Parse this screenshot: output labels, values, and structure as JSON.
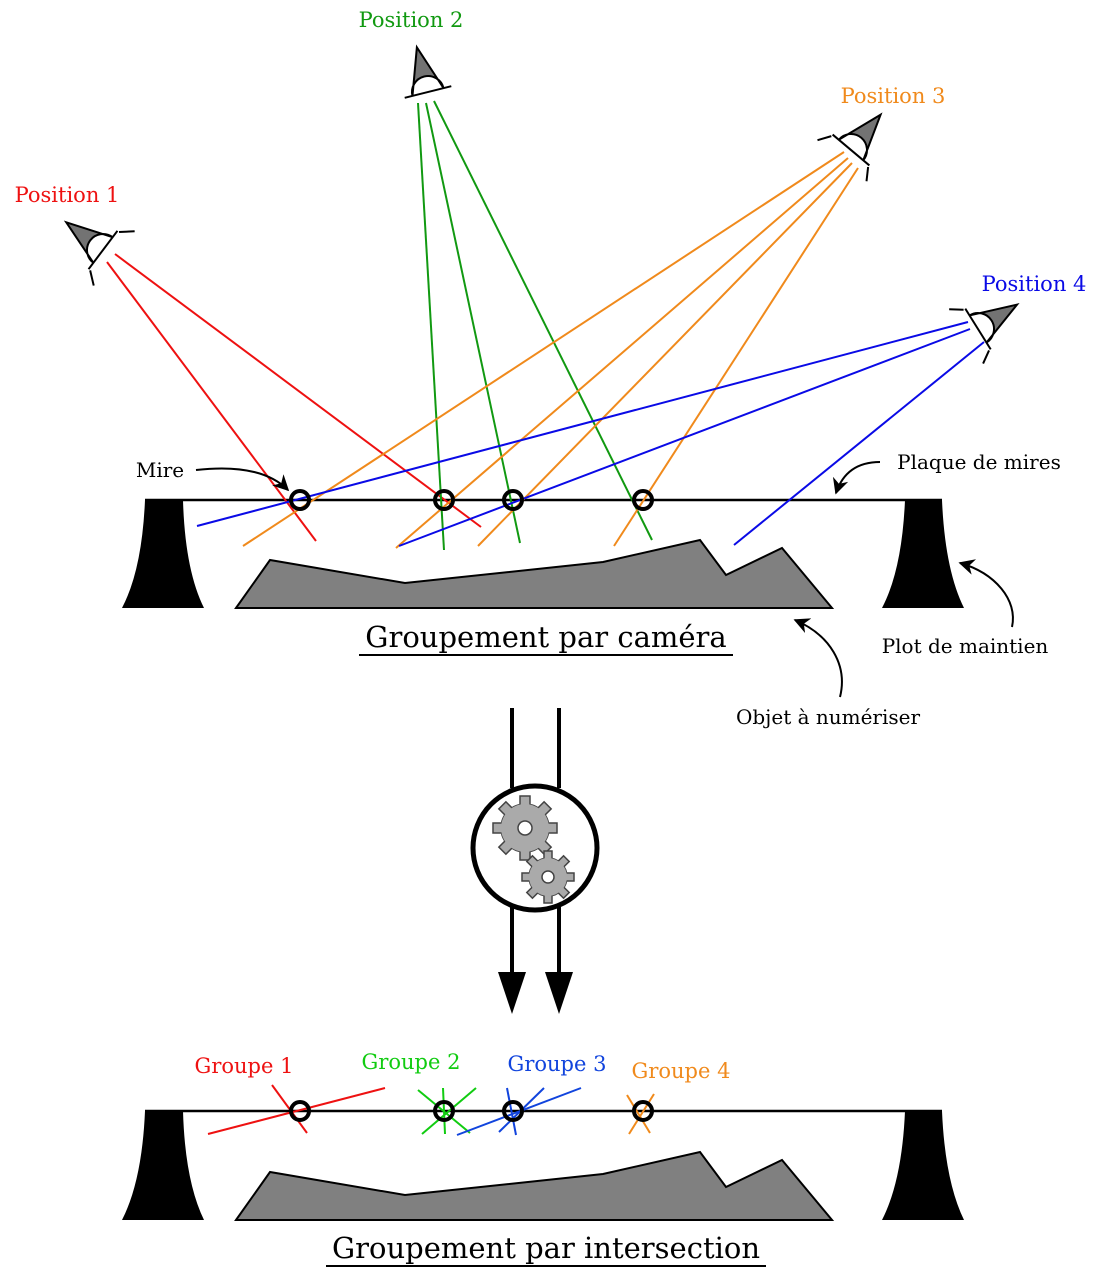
{
  "top": {
    "title": "Groupement par caméra",
    "positions": [
      {
        "label": "Position 1",
        "color": "#ee1111"
      },
      {
        "label": "Position 2",
        "color": "#119911"
      },
      {
        "label": "Position 3",
        "color": "#f08a1c"
      },
      {
        "label": "Position 4",
        "color": "#0a0ae6"
      }
    ],
    "annotations": {
      "mire": "Mire",
      "plaque": "Plaque de mires",
      "plot": "Plot de maintien",
      "objet": "Objet à numériser"
    }
  },
  "bottom": {
    "title": "Groupement par intersection",
    "groups": [
      {
        "label": "Groupe 1",
        "color": "#ee1111"
      },
      {
        "label": "Groupe 2",
        "color": "#11cc11"
      },
      {
        "label": "Groupe 3",
        "color": "#1144dd"
      },
      {
        "label": "Groupe 4",
        "color": "#f08a1c"
      }
    ]
  },
  "colors": {
    "camera_fill": "#737373",
    "object_fill": "#808080",
    "gear_fill": "#aaaaaa",
    "support_fill": "#000000"
  },
  "icons": {
    "process": "gears-icon",
    "camera": "camera-icon",
    "target": "target-ring-icon"
  }
}
